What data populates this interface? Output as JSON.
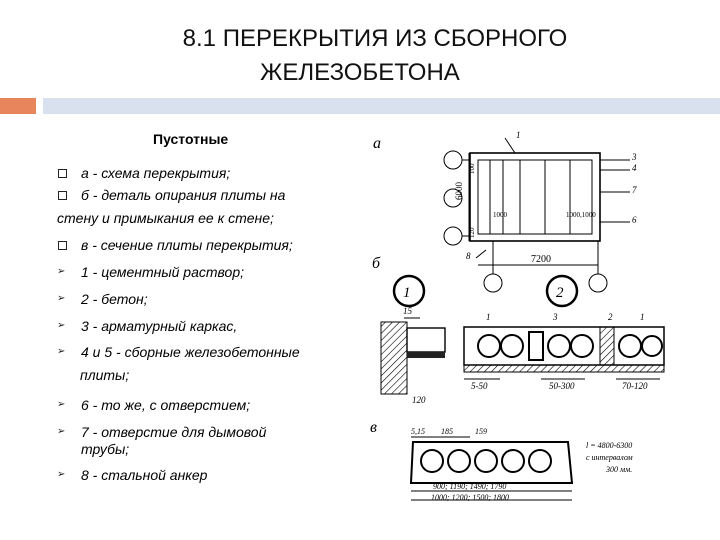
{
  "slide": {
    "title_line1": "8.1 ПЕРЕКРЫТИЯ ИЗ СБОРНОГО",
    "title_line2": "ЖЕЛЕЗОБЕТОНА",
    "subtitle": "Пустотные",
    "items": [
      {
        "marker": "square",
        "text": "а - схема перекрытия;"
      },
      {
        "marker": "square",
        "text": "б - деталь опирания плиты на"
      },
      {
        "marker": "none",
        "text": "стену и примыкания ее к стене;"
      },
      {
        "marker": "square",
        "text": "в - сечение плиты перекрытия;"
      },
      {
        "marker": "arrow",
        "text": "1 - цементный раствор;"
      },
      {
        "marker": "arrow",
        "text": "2 - бетон;"
      },
      {
        "marker": "arrow",
        "text": "3 - арматурный каркас,"
      },
      {
        "marker": "arrow",
        "text": "4 и 5 - сборные железобетонные"
      },
      {
        "marker": "none",
        "text": "плиты;"
      },
      {
        "marker": "arrow",
        "text": "6 - то же, с отверстием;"
      },
      {
        "marker": "arrow",
        "text": "7 - отверстие для дымовой"
      },
      {
        "marker": "none",
        "text": "трубы;"
      },
      {
        "marker": "arrow",
        "text": "8 - стальной анкер"
      }
    ],
    "colors": {
      "accent_orange": "#e8855d",
      "accent_blue": "#d9e1ee"
    }
  },
  "figure": {
    "label_a": "а",
    "label_b": "б",
    "label_v": "в",
    "plan": {
      "dim_height": "6000",
      "dim_width": "7200",
      "dim_left_small": "1000",
      "dim_right_small": "1000,1000",
      "dim_side_top": "100",
      "dim_side_bottom": "120",
      "callouts": [
        "1",
        "3",
        "4",
        "7",
        "6",
        "8"
      ]
    },
    "detail": {
      "circle1": "1",
      "circle2": "2",
      "dim_15": "15",
      "dim_120": "120",
      "dim_5_50": "5-50",
      "dim_50_300": "50-300",
      "dim_70_120": "70-120",
      "num_1a": "1",
      "num_1b": "1",
      "num_3": "3",
      "num_2": "2"
    },
    "section": {
      "dim_5_15": "5,15",
      "dim_185": "185",
      "dim_159": "159",
      "width_top": "900; 1190; 1490; 1790",
      "width_bottom": "1000; 1200; 1500; 1800",
      "note_line1": "l = 4800-6300",
      "note_line2": "с интервалом",
      "note_line3": "300 мм."
    }
  }
}
